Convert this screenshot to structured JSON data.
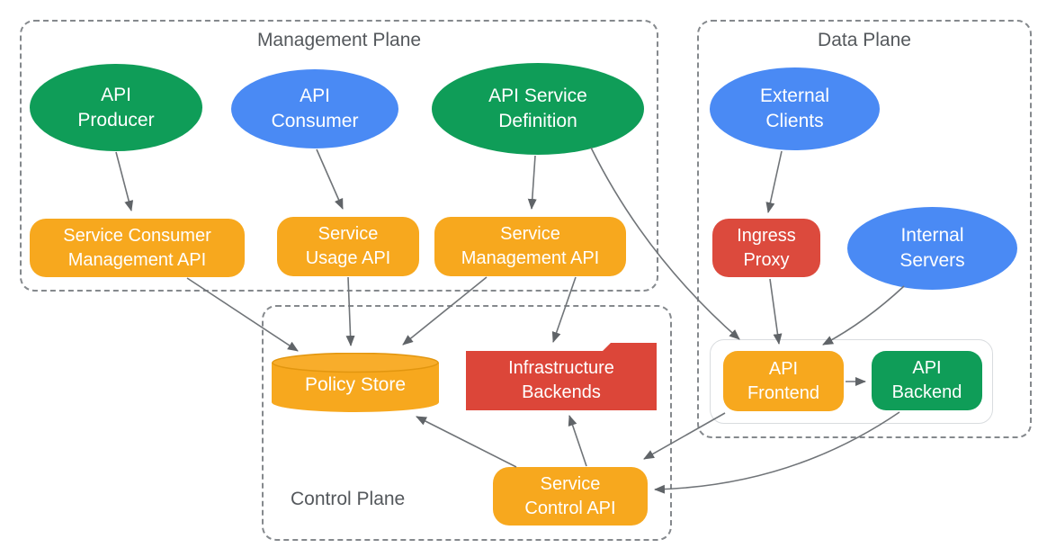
{
  "groups": {
    "managementPlane": {
      "title": "Management Plane"
    },
    "dataPlane": {
      "title": "Data Plane"
    },
    "controlPlane": {
      "title": "Control Plane"
    }
  },
  "nodes": {
    "apiProducer": {
      "label": "API\nProducer",
      "shape": "ellipse",
      "color": "green"
    },
    "apiConsumer": {
      "label": "API\nConsumer",
      "shape": "ellipse",
      "color": "blue"
    },
    "apiServiceDefinition": {
      "label": "API Service\nDefinition",
      "shape": "ellipse",
      "color": "green"
    },
    "serviceConsumerManagementApi": {
      "label": "Service Consumer\nManagement API",
      "shape": "rounded-rect",
      "color": "orange"
    },
    "serviceUsageApi": {
      "label": "Service\nUsage API",
      "shape": "rounded-rect",
      "color": "orange"
    },
    "serviceManagementApi": {
      "label": "Service\nManagement API",
      "shape": "rounded-rect",
      "color": "orange"
    },
    "externalClients": {
      "label": "External\nClients",
      "shape": "ellipse",
      "color": "blue"
    },
    "ingressProxy": {
      "label": "Ingress\nProxy",
      "shape": "rounded-rect",
      "color": "red"
    },
    "internalServers": {
      "label": "Internal\nServers",
      "shape": "ellipse",
      "color": "blue"
    },
    "apiFrontend": {
      "label": "API\nFrontend",
      "shape": "rounded-rect",
      "color": "orange"
    },
    "apiBackend": {
      "label": "API\nBackend",
      "shape": "rounded-rect",
      "color": "green"
    },
    "policyStore": {
      "label": "Policy Store",
      "shape": "cylinder",
      "color": "orange"
    },
    "infrastructureBackends": {
      "label": "Infrastructure\nBackends",
      "shape": "folder",
      "color": "red"
    },
    "serviceControlApi": {
      "label": "Service\nControl API",
      "shape": "rounded-rect",
      "color": "orange"
    }
  },
  "edges": [
    {
      "from": "API Producer",
      "to": "Service Consumer Management API"
    },
    {
      "from": "API Consumer",
      "to": "Service Usage API"
    },
    {
      "from": "API Service Definition",
      "to": "Service Management API"
    },
    {
      "from": "API Service Definition",
      "to": "API Frontend"
    },
    {
      "from": "Service Consumer Management API",
      "to": "Policy Store"
    },
    {
      "from": "Service Usage API",
      "to": "Policy Store"
    },
    {
      "from": "Service Management API",
      "to": "Policy Store"
    },
    {
      "from": "Service Management API",
      "to": "Infrastructure Backends"
    },
    {
      "from": "External Clients",
      "to": "Ingress Proxy"
    },
    {
      "from": "Ingress Proxy",
      "to": "API Frontend"
    },
    {
      "from": "Internal Servers",
      "to": "API Frontend"
    },
    {
      "from": "API Frontend",
      "to": "API Backend"
    },
    {
      "from": "Service Control API",
      "to": "Policy Store"
    },
    {
      "from": "Service Control API",
      "to": "Infrastructure Backends"
    },
    {
      "from": "API Frontend",
      "to": "Service Control API"
    },
    {
      "from": "API Backend",
      "to": "Service Control API"
    }
  ],
  "colors": {
    "green": "#0F9D58",
    "blue": "#4A8AF4",
    "orange": "#F7A81E",
    "red": "#DC4A3D",
    "arrow": "#707478",
    "dashed_border": "#85898D",
    "title_text": "#54585C",
    "node_text": "#FFFFFF"
  }
}
